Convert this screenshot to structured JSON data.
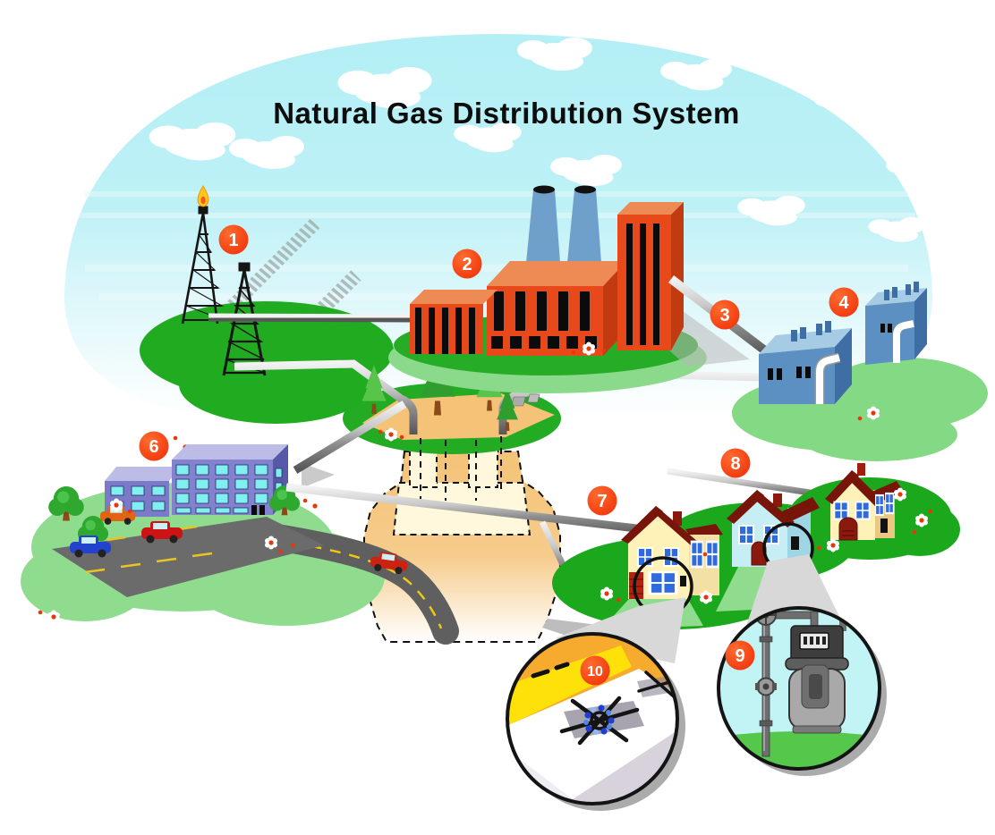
{
  "title": "Natural Gas Distribution System",
  "markers": [
    {
      "number": "1",
      "label": "gas-well-derricks"
    },
    {
      "number": "2",
      "label": "processing-plant"
    },
    {
      "number": "3",
      "label": "transmission-pipeline"
    },
    {
      "number": "4",
      "label": "compressor-station"
    },
    {
      "number": "6",
      "label": "commercial-building"
    },
    {
      "number": "7",
      "label": "distribution-main"
    },
    {
      "number": "8",
      "label": "distribution-lines"
    },
    {
      "number": "9",
      "label": "gas-meter"
    },
    {
      "number": "10",
      "label": "gas-stove-burner"
    }
  ],
  "colors": {
    "sky": "#B7F0F6",
    "marker_badge": "#F0380A",
    "grass_dark": "#21AB21",
    "grass_light": "#8FDC8F",
    "factory_orange": "#E8491B",
    "smokestack_blue": "#6FA0CB",
    "compressor_blue": "#5C8FC2",
    "office_purple": "#8282CE",
    "house_cream": "#FFF2B8",
    "house_blue": "#C8EEF5",
    "roof_maroon": "#77150B",
    "pipe_gray": "#8E8E8E",
    "storage_tan": "#F4C377",
    "meter_circle_bg": "#C2F4F5",
    "stove_circle_orange": "#F6AA2E",
    "stove_highlight_yellow": "#FFE10A",
    "flame_blue": "#2244DD"
  }
}
